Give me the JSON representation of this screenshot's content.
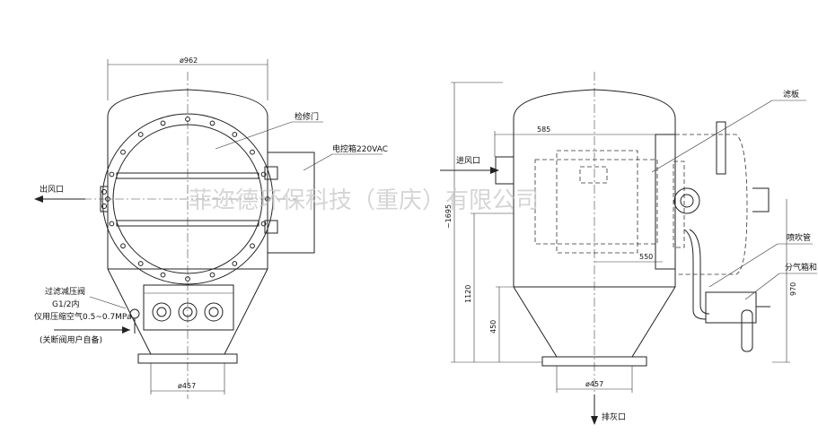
{
  "left_view": {
    "dim_diameter": "ø962",
    "dim_flange": "ø457",
    "label_access_door": "检修门",
    "label_control_box": "电控箱220VAC",
    "label_outlet": "出风口",
    "label_regulator": "过滤减压阀",
    "label_thread": "G1/2内",
    "label_air": "仪用压缩空气0.5~0.7MPa",
    "label_user_note": "(关断阀用户自备)"
  },
  "right_view": {
    "dim_585": "585",
    "dim_550": "550",
    "dim_height": "~1695",
    "dim_1120": "1120",
    "dim_450": "450",
    "dim_970": "970",
    "dim_flange": "ø457",
    "label_inlet": "进风口",
    "label_filter_plate": "滤板",
    "label_blow_pipe": "喷吹管",
    "label_gas_box": "分气箱和",
    "label_ash_outlet": "排灰口"
  },
  "watermark": "菲迩德环保科技（重庆）有限公司"
}
